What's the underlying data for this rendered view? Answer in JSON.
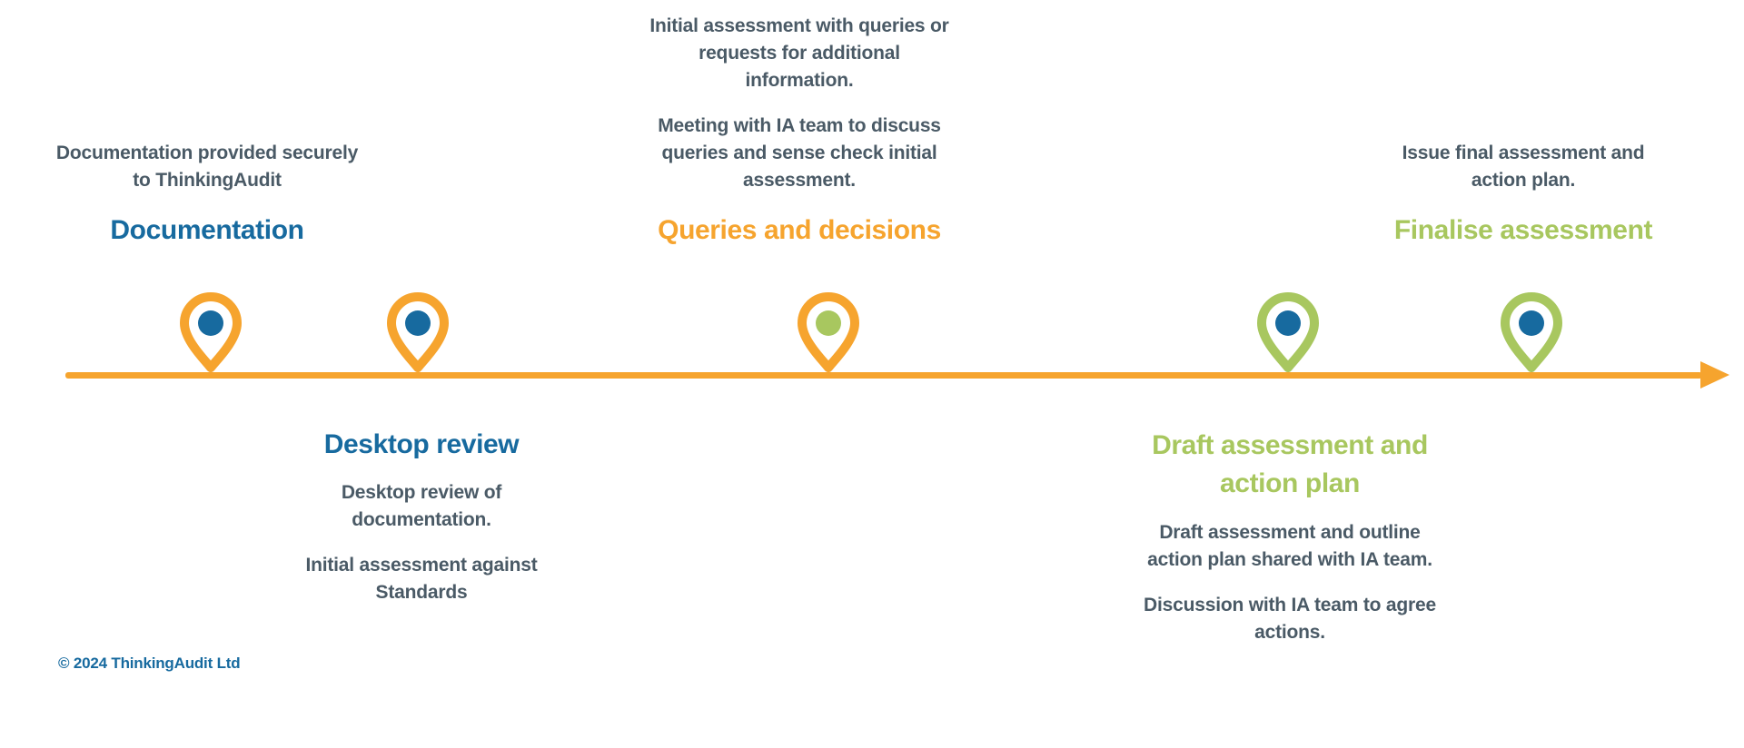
{
  "colors": {
    "blue": "#176A9F",
    "orange": "#F6A42E",
    "green": "#A8C75F",
    "body_text": "#4A5A66",
    "background": "#FFFFFF"
  },
  "timeline": {
    "direction": "left-to-right",
    "line_color": "#F6A42E"
  },
  "sections": [
    {
      "id": "documentation",
      "side": "above",
      "heading": {
        "label": "Documentation",
        "lines": [
          "Documentation"
        ],
        "color": "#176A9F"
      },
      "paragraphs": [
        {
          "text": "Documentation provided securely to ThinkingAudit",
          "lines": [
            "Documentation provided securely",
            "to ThinkingAudit"
          ]
        }
      ],
      "pin": {
        "outline_color": "#F6A42E",
        "dot_color": "#176A9F"
      }
    },
    {
      "id": "desktop-review",
      "side": "below",
      "heading": {
        "label": "Desktop review",
        "lines": [
          "Desktop review"
        ],
        "color": "#176A9F"
      },
      "paragraphs": [
        {
          "text": "Desktop review of documentation.",
          "lines": [
            "Desktop review of",
            "documentation."
          ]
        },
        {
          "text": "Initial assessment against Standards",
          "lines": [
            "Initial assessment against",
            "Standards"
          ]
        }
      ],
      "pin": {
        "outline_color": "#F6A42E",
        "dot_color": "#176A9F"
      }
    },
    {
      "id": "queries-and-decisions",
      "side": "above",
      "heading": {
        "label": "Queries and decisions",
        "lines": [
          "Queries and decisions"
        ],
        "color": "#F6A42E"
      },
      "paragraphs": [
        {
          "text": "Initial assessment with queries or requests for additional information.",
          "lines": [
            "Initial assessment with queries or",
            "requests for additional",
            "information."
          ]
        },
        {
          "text": "Meeting with IA team to discuss queries and sense check initial assessment.",
          "lines": [
            "Meeting with IA team to discuss",
            "queries and sense check initial",
            "assessment."
          ]
        }
      ],
      "pin": {
        "outline_color": "#F6A42E",
        "dot_color": "#A8C75F"
      }
    },
    {
      "id": "draft-assessment-and-action-plan",
      "side": "below",
      "heading": {
        "label": "Draft assessment and action plan",
        "lines": [
          "Draft assessment and",
          "action plan"
        ],
        "color": "#A8C75F"
      },
      "paragraphs": [
        {
          "text": "Draft assessment and outline action plan shared with IA team.",
          "lines": [
            "Draft assessment and outline",
            "action plan shared with IA team."
          ]
        },
        {
          "text": "Discussion with IA team to agree actions.",
          "lines": [
            "Discussion with IA team to agree",
            "actions."
          ]
        }
      ],
      "pin": {
        "outline_color": "#A8C75F",
        "dot_color": "#176A9F"
      }
    },
    {
      "id": "finalise-assessment",
      "side": "above",
      "heading": {
        "label": "Finalise assessment",
        "lines": [
          "Finalise assessment"
        ],
        "color": "#A8C75F"
      },
      "paragraphs": [
        {
          "text": "Issue final assessment and action plan.",
          "lines": [
            "Issue final assessment and",
            "action plan."
          ]
        }
      ],
      "pin": {
        "outline_color": "#A8C75F",
        "dot_color": "#176A9F"
      }
    }
  ],
  "footer": {
    "copyright": "© 2024 ThinkingAudit Ltd"
  }
}
